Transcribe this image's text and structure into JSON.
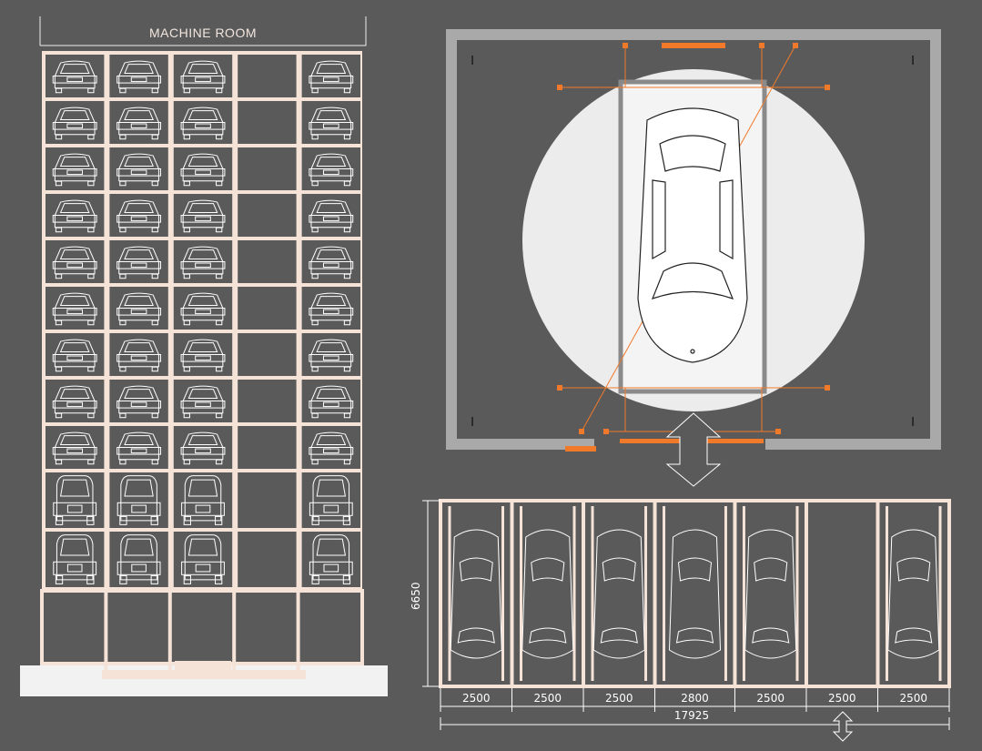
{
  "elevation": {
    "header_label": "MACHINE ROOM",
    "columns": 5,
    "empty_column": 4,
    "parking_rows": 11,
    "van_rows": 2,
    "colors": {
      "frame": "#f6e3d8",
      "background": "#5a5a5a",
      "ground": "#f2f2f2"
    }
  },
  "turntable": {
    "colors": {
      "wall": "#a9a9a9",
      "floor": "#5a5a5a",
      "circle": "#ececec",
      "accent": "#f07a2a"
    }
  },
  "plan": {
    "bay_count": 7,
    "empty_bay": 6,
    "bay_widths": [
      "2500",
      "2500",
      "2500",
      "2800",
      "2500",
      "2500",
      "2500"
    ],
    "total_width": "17925",
    "depth": "6650"
  }
}
